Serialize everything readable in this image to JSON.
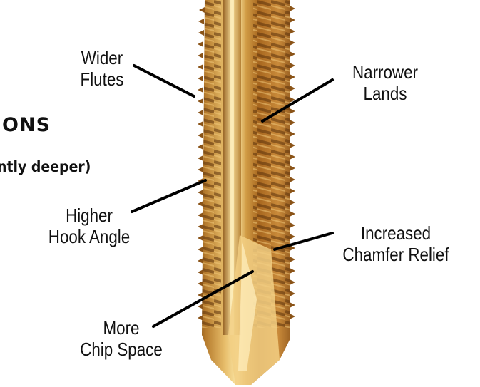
{
  "heading": {
    "title_fragment": "IONS",
    "subtitle_fragment": "ntly deeper)"
  },
  "callouts": [
    {
      "id": "wider-flutes",
      "line1": "Wider",
      "line2": "Flutes"
    },
    {
      "id": "narrower-lands",
      "line1": "Narrower",
      "line2": "Lands"
    },
    {
      "id": "higher-hook-angle",
      "line1": "Higher",
      "line2": "Hook Angle"
    },
    {
      "id": "increased-chamfer-relief",
      "line1": "Increased",
      "line2": "Chamfer Relief"
    },
    {
      "id": "more-chip-space",
      "line1": "More",
      "line2": "Chip Space"
    }
  ],
  "colors": {
    "tap_gold": "#c8953a",
    "tap_dark": "#7a4a14",
    "tap_light": "#f3d58e",
    "leader": "#000000"
  }
}
